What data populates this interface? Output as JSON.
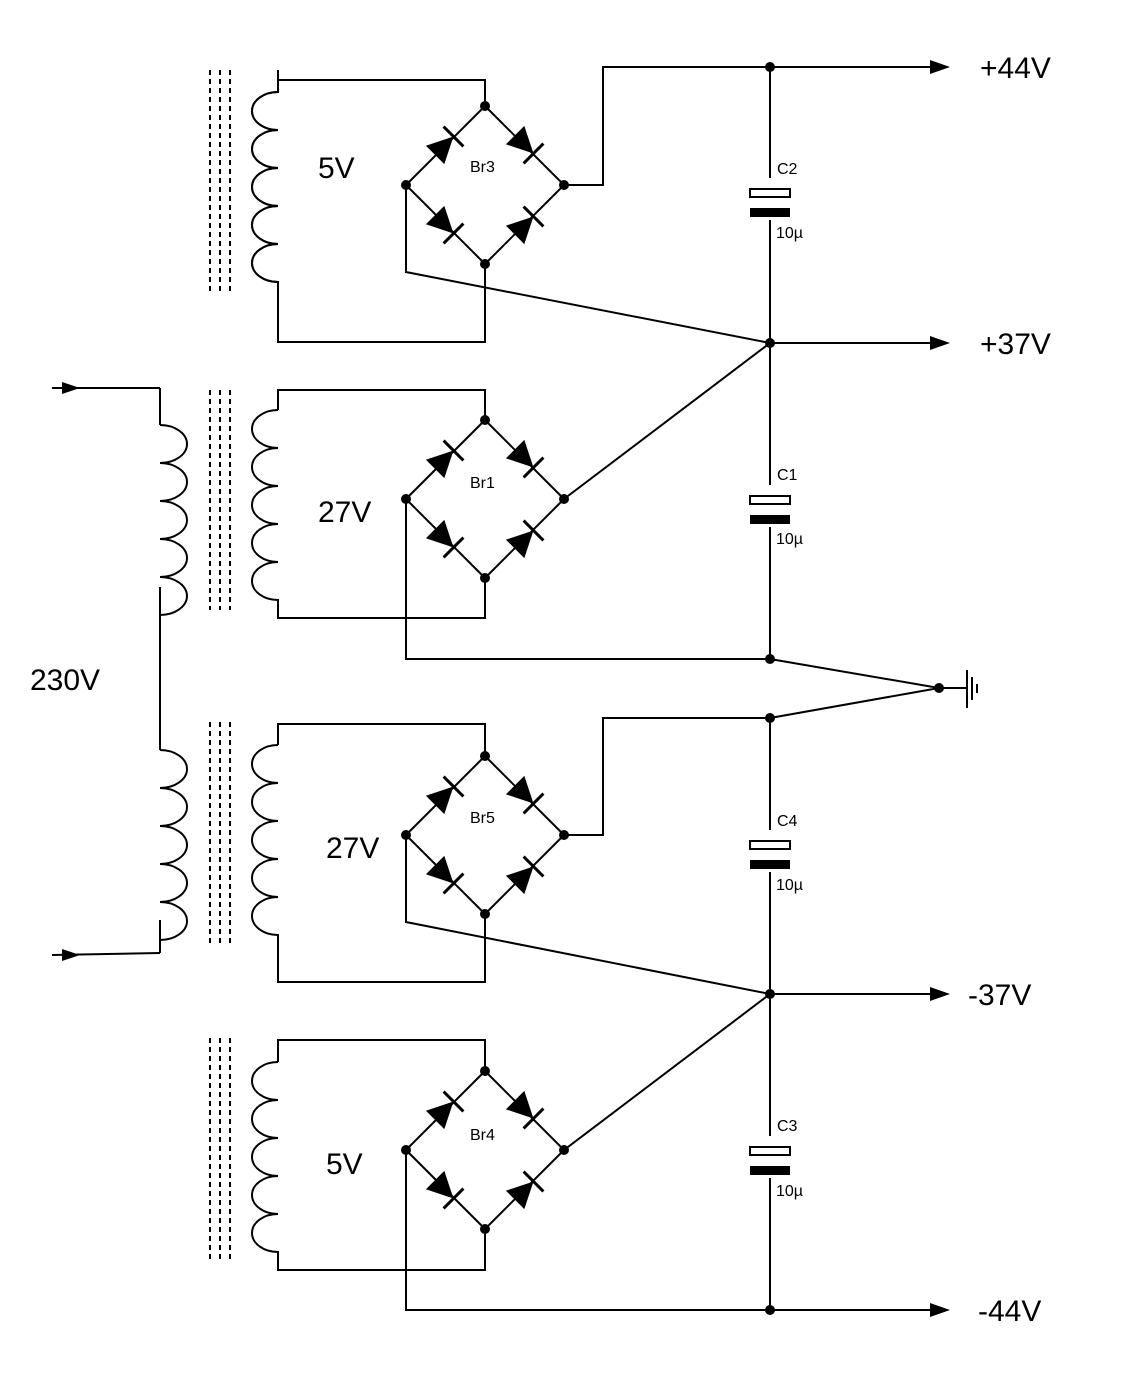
{
  "diagram": {
    "mains_label": "230V",
    "secondaries": [
      {
        "voltage": "5V"
      },
      {
        "voltage": "27V"
      },
      {
        "voltage": "27V"
      },
      {
        "voltage": "5V"
      }
    ],
    "bridges": [
      {
        "name": "Br3"
      },
      {
        "name": "Br1"
      },
      {
        "name": "Br5"
      },
      {
        "name": "Br4"
      }
    ],
    "capacitors": [
      {
        "name": "C2",
        "value": "10µ"
      },
      {
        "name": "C1",
        "value": "10µ"
      },
      {
        "name": "C4",
        "value": "10µ"
      },
      {
        "name": "C3",
        "value": "10µ"
      }
    ],
    "outputs": [
      {
        "label": "+44V"
      },
      {
        "label": "+37V"
      },
      {
        "label": "-37V"
      },
      {
        "label": "-44V"
      }
    ],
    "ground_symbol": "ground-icon"
  }
}
